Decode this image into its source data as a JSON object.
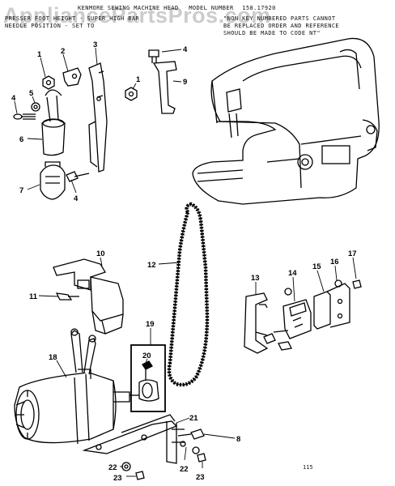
{
  "header": {
    "title": "KENMORE SEWING MACHINE HEAD",
    "model_label": "MODEL NUMBER",
    "model_number": "158.17920",
    "note_left_1": "PRESSER FOOT HEIGHT - SUPER HIGH BAR",
    "note_left_2": "NEEDLE POSITION - SET TO",
    "note_right_1": "\"NON KEY NUMBERED PARTS CANNOT",
    "note_right_2": "BE REPLACED ORDER AND REFERENCE",
    "note_right_3": "SHOULD BE MADE TO CODE NT\""
  },
  "watermark": "AppliancePartsPros.com",
  "page_code": "115",
  "callouts": [
    "1",
    "2",
    "3",
    "4",
    "5",
    "6",
    "7",
    "8",
    "9",
    "10",
    "11",
    "12",
    "13",
    "14",
    "15",
    "16",
    "17",
    "18",
    "19",
    "20",
    "21",
    "22",
    "23"
  ],
  "callout_labels": {
    "c1a": "1",
    "c2": "2",
    "c3": "3",
    "c4a": "4",
    "c9": "9",
    "c1b": "1",
    "c5": "5",
    "c4b": "4",
    "c6": "6",
    "c7": "7",
    "c4c": "4",
    "c10": "10",
    "c11": "11",
    "c12": "12",
    "c13": "13",
    "c14": "14",
    "c15": "15",
    "c16": "16",
    "c17": "17",
    "c18": "18",
    "c19": "19",
    "c20": "20",
    "c21": "21",
    "c8": "8",
    "c22a": "22",
    "c22b": "22",
    "c23a": "23",
    "c23b": "23"
  }
}
